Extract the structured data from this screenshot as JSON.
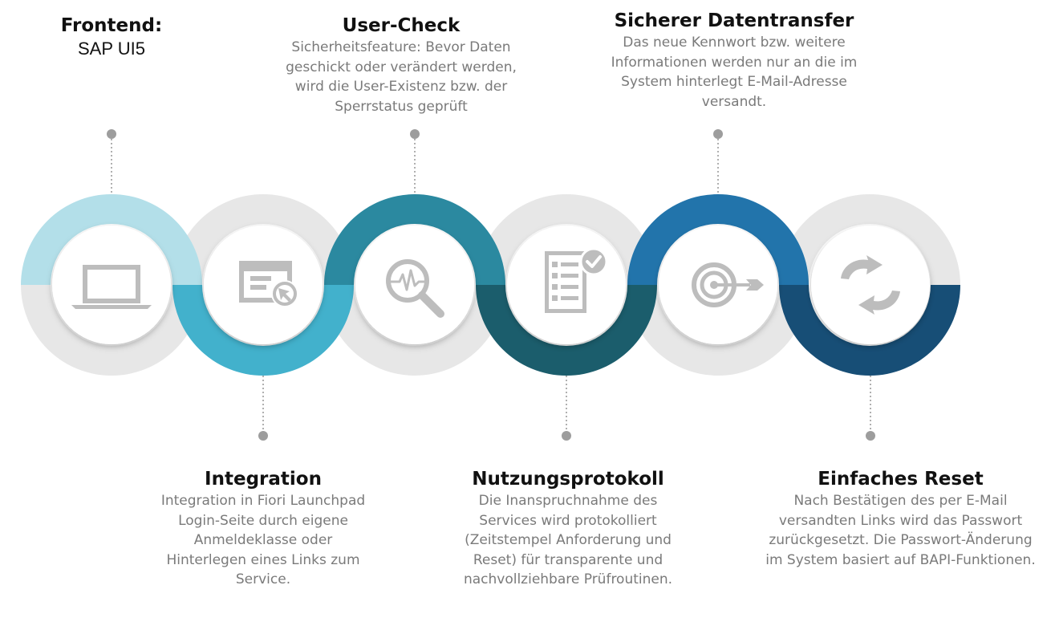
{
  "colors": {
    "ring_gray": "#e7e7e7",
    "connector": "#9d9d9d",
    "icon": "#bdbdbd",
    "step1": "#b3dfe9",
    "step2": "#42b1cc",
    "step3": "#2b89a0",
    "step4": "#1b5d6c",
    "step5": "#2274ab",
    "step6": "#174e76"
  },
  "steps": [
    {
      "title": "Frontend:",
      "subtitle": "SAP UI5",
      "description": "",
      "icon": "laptop-icon"
    },
    {
      "title": "Integration",
      "description": "Integration in Fiori Launchpad Login-Seite durch eigene Anmeldeklasse oder Hinterlegen eines Links zum Service.",
      "icon": "browser-window-icon"
    },
    {
      "title": "User-Check",
      "description": "Sicherheitsfeature: Bevor Daten geschickt oder verändert werden, wird die User-Existenz bzw. der Sperrstatus geprüft",
      "icon": "magnifier-pulse-icon"
    },
    {
      "title": "Nutzungsprotokoll",
      "description": "Die Inanspruchnahme des Services wird protokolliert (Zeitstempel Anforderung und Reset) für transparente und nachvollziehbare Prüfroutinen.",
      "icon": "checklist-icon"
    },
    {
      "title": "Sicherer Datentransfer",
      "description": "Das neue Kennwort bzw. weitere Informationen werden nur an die im System hinterlegt E-Mail-Adresse versandt.",
      "icon": "target-icon"
    },
    {
      "title": "Einfaches Reset",
      "description": "Nach Bestätigen des per E-Mail versandten Links wird das Passwort zurückgesetzt. Die Passwort-Änderung im System basiert auf BAPI-Funktionen.",
      "icon": "refresh-icon"
    }
  ]
}
